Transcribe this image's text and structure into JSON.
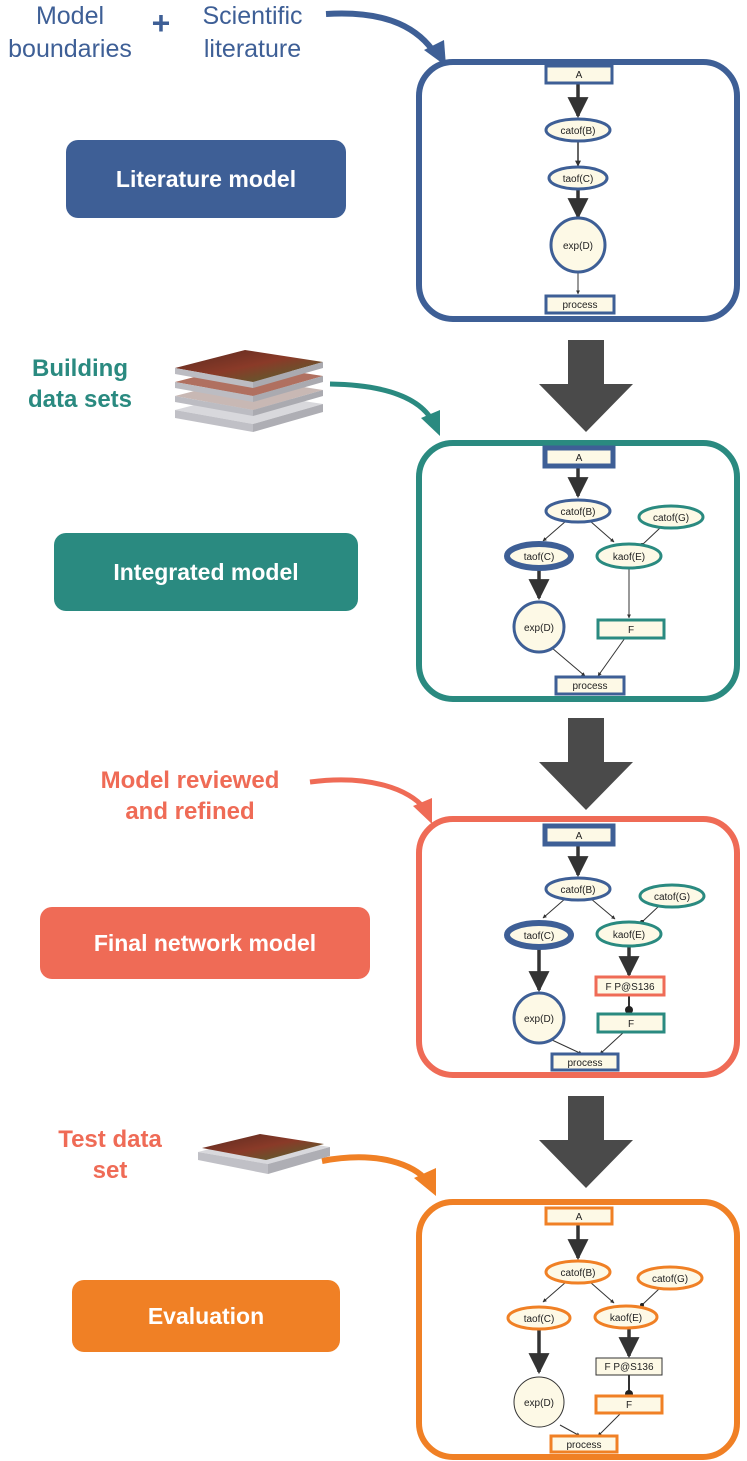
{
  "colors": {
    "blue": "#3e5f96",
    "teal": "#2a8a80",
    "salmon": "#ef6b56",
    "orange": "#f08025",
    "arrow_gray": "#4a4a4a",
    "node_fill": "#fdf9e6"
  },
  "inputs": {
    "model_boundaries": [
      "Model",
      "boundaries"
    ],
    "plus": "+",
    "scientific_literature": [
      "Scientific",
      "literature"
    ],
    "building_data_sets": [
      "Building",
      "data sets"
    ],
    "model_reviewed": [
      "Model reviewed",
      "and refined"
    ],
    "test_data_set": [
      "Test data",
      "set"
    ]
  },
  "stages": [
    {
      "label": "Literature model"
    },
    {
      "label": "Integrated model"
    },
    {
      "label": "Final network model"
    },
    {
      "label": "Evaluation"
    }
  ],
  "nodes": {
    "a": "A",
    "catof_b": "catof(B)",
    "taof_c": "taof(C)",
    "exp_d": "exp(D)",
    "process": "process",
    "catof_g": "catof(G)",
    "kaof_e": "kaof(E)",
    "f": "F",
    "f_p": "F P@S136"
  }
}
